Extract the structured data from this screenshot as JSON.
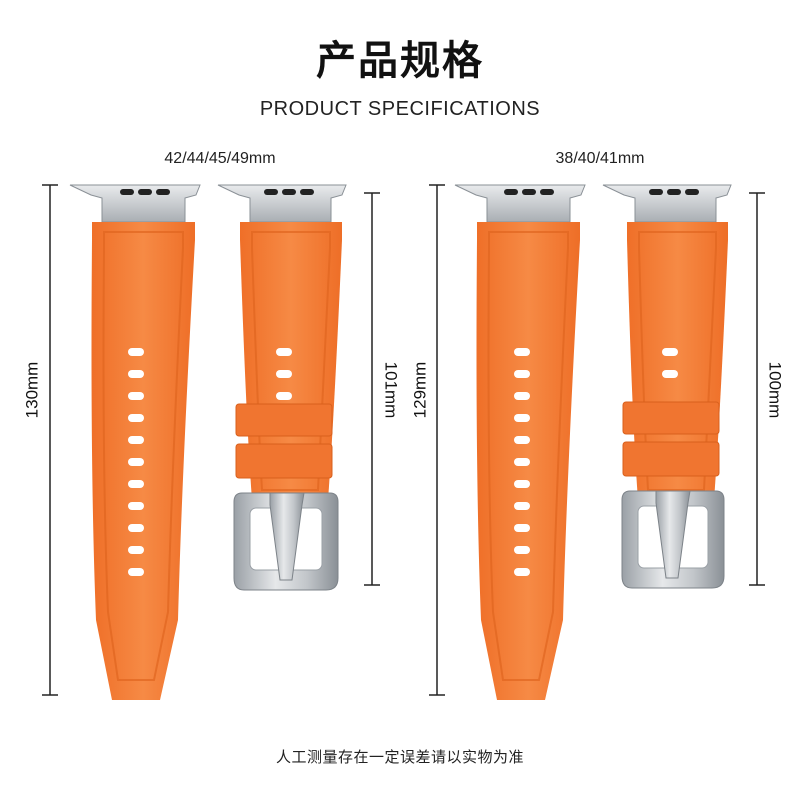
{
  "header": {
    "title": "产品规格",
    "subtitle": "PRODUCT SPECIFICATIONS"
  },
  "groups": [
    {
      "size_label": "42/44/45/49mm",
      "long_strap_length": "130mm",
      "short_strap_length": "101mm"
    },
    {
      "size_label": "38/40/41mm",
      "long_strap_length": "129mm",
      "short_strap_length": "100mm"
    }
  ],
  "footer": {
    "note": "人工测量存在一定误差请以实物为准"
  },
  "colors": {
    "strap_orange": "#f47a35",
    "strap_orange_dark": "#e86a25",
    "metal": "#c9ccd0",
    "metal_dark": "#8e9399",
    "dimension_line": "#222222"
  }
}
